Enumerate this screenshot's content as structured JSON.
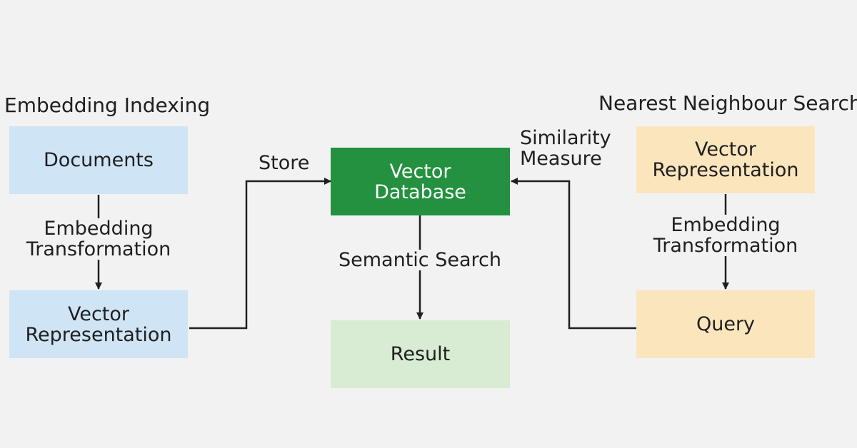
{
  "left": {
    "heading": "Embedding Indexing",
    "documents": "Documents",
    "transform_label": "Embedding\nTransformation",
    "vector_box": "Vector\nRepresentation"
  },
  "center": {
    "store_label": "Store",
    "database_box": "Vector\nDatabase",
    "search_label": "Semantic Search",
    "result_box": "Result"
  },
  "right": {
    "heading": "Nearest Neighbour Search",
    "similarity_label": "Similarity\nMeasure",
    "vector_box": "Vector\nRepresentation",
    "transform_label": "Embedding\nTransformation",
    "query_box": "Query"
  },
  "colors": {
    "background": "#f2f2f2",
    "left_boxes": "#cfe5f6",
    "right_boxes": "#fbe5bd",
    "database": "#23913f",
    "result": "#d7ecd2",
    "connector": "#1f1f1f"
  }
}
